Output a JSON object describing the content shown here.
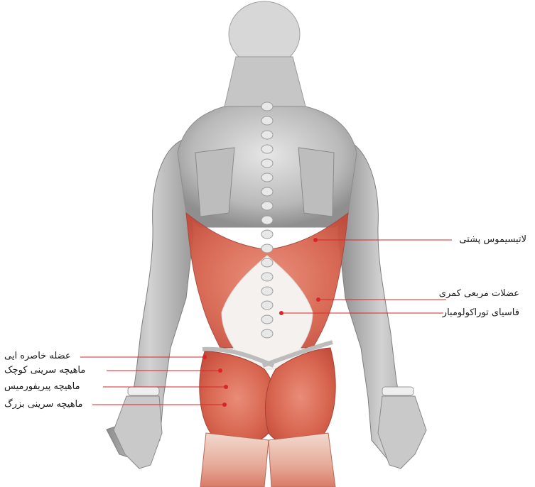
{
  "labels": {
    "latissimus": "لاتیسیموس پشتی",
    "quadratus": "عضلات مربعی کمری",
    "thoracolumbar": "فاسیای توراکولومبار",
    "oblique": "عضله خاصره ایی",
    "gluteus_minimus": "ماهیچه سرینی کوچک",
    "piriformis": "ماهیچه پیریفورمیس",
    "gluteus_maximus": "ماهیچه سرینی بزرگ"
  },
  "colors": {
    "leader_line": "#d9252a",
    "muscle_red": "#d8604f",
    "skin_grey": "#b8b8b8"
  }
}
